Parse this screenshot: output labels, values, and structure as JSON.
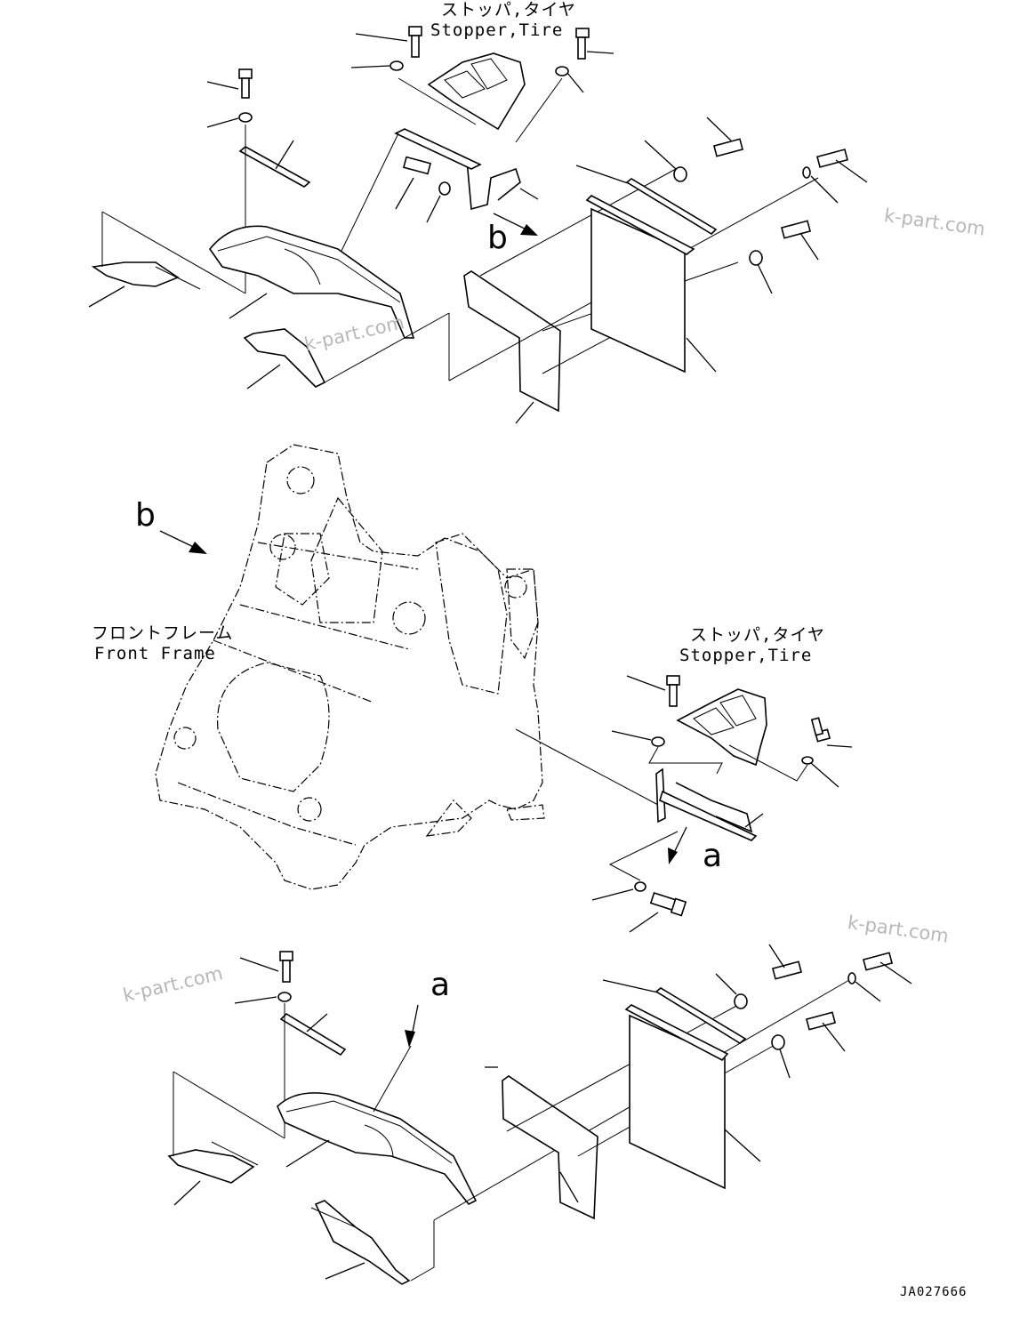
{
  "labels": {
    "stopper_jp": "ストッパ,タイヤ",
    "stopper_en": "Stopper,Tire",
    "frame_jp": "フロントフレーム",
    "frame_en": "Front Frame",
    "view_a": "a",
    "view_b": "b",
    "drawing_code": "JA027666"
  },
  "watermark": "k-part.com"
}
